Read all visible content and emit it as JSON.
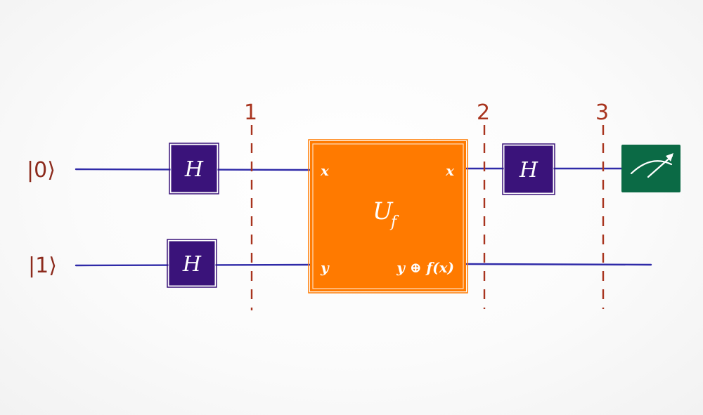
{
  "qubits": [
    {
      "state": "|0⟩"
    },
    {
      "state": "|1⟩"
    }
  ],
  "barriers": [
    "1",
    "2",
    "3"
  ],
  "hadamard_label": "H",
  "oracle": {
    "label": "U",
    "subscript": "f",
    "inputs": [
      "x",
      "y"
    ],
    "outputs": [
      "x",
      "y ⊕ f(x)"
    ]
  },
  "colors": {
    "wire": "#2f2aa8",
    "hadamard": "#3a137a",
    "oracle": "#ff7a00",
    "barrier": "#a8341e",
    "measure": "#0b6a45",
    "ket": "#8c2a1c"
  },
  "icons": {
    "measure": "meter-icon"
  }
}
